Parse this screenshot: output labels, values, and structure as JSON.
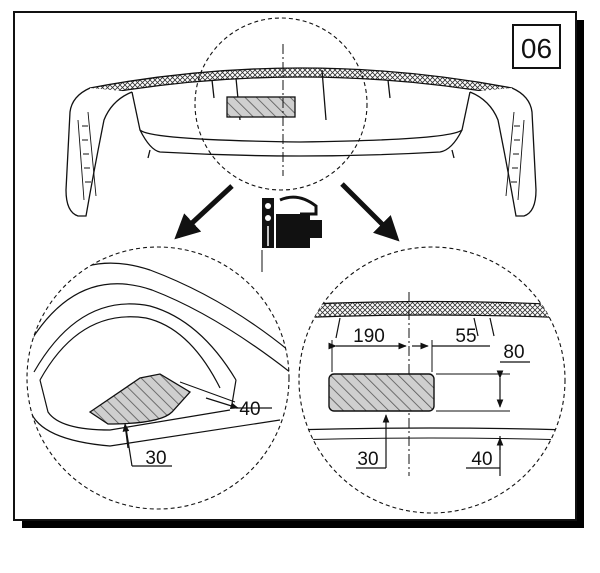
{
  "step_number": "06",
  "left_detail": {
    "dimensions": [
      "40",
      "30"
    ]
  },
  "right_detail": {
    "dimensions": [
      "190",
      "55",
      "80",
      "30",
      "40"
    ]
  },
  "colors": {
    "line": "#111111",
    "hatch_fill": "#cfcfcf",
    "shadow": "#000000",
    "paper": "#ffffff"
  },
  "icons": [
    "mounting-tool-icon"
  ]
}
